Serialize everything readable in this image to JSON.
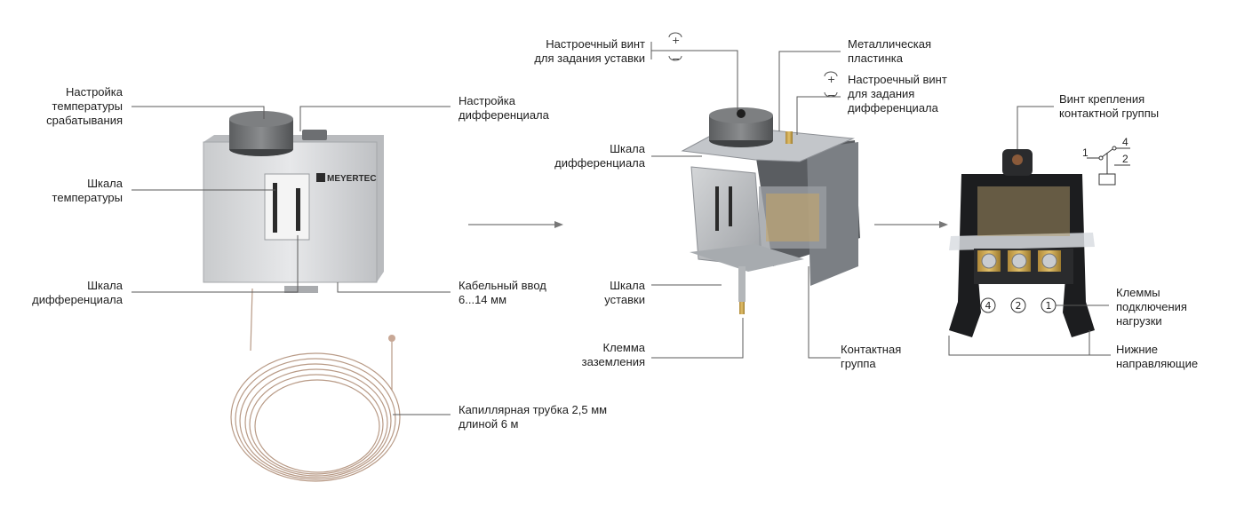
{
  "brand": "MEYERTEC",
  "labels": {
    "temp_setting": "Настройка\nтемпературы\nсрабатывания",
    "diff_setting": "Настройка\nдифференциала",
    "temp_scale": "Шкала\nтемпературы",
    "diff_scale_left": "Шкала\nдифференциала",
    "cable_entry": "Кабельный ввод\n6...14 мм",
    "capillary": "Капиллярная трубка 2,5 мм\nдлиной 6 м",
    "setpoint_screw": "Настроечный винт\nдля задания уставки",
    "metal_plate": "Металлическая\nпластинка",
    "diff_screw": "Настроечный винт\nдля задания\nдифференциала",
    "diff_scale_mid": "Шкала\nдифференциала",
    "setpoint_scale": "Шкала\nуставки",
    "ground_terminal": "Клемма\nзаземления",
    "contact_group": "Контактная\nгруппа",
    "mount_screw": "Винт крепления\nконтактной группы",
    "load_terminals": "Клеммы\nподключения\nнагрузки",
    "bottom_rails": "Нижние\nнаправляющие"
  },
  "icons": {
    "plus": "+",
    "minus": "−"
  },
  "terminals": [
    "4",
    "2",
    "1"
  ],
  "schematic": {
    "p1": "1",
    "p4": "4",
    "p2": "2"
  }
}
